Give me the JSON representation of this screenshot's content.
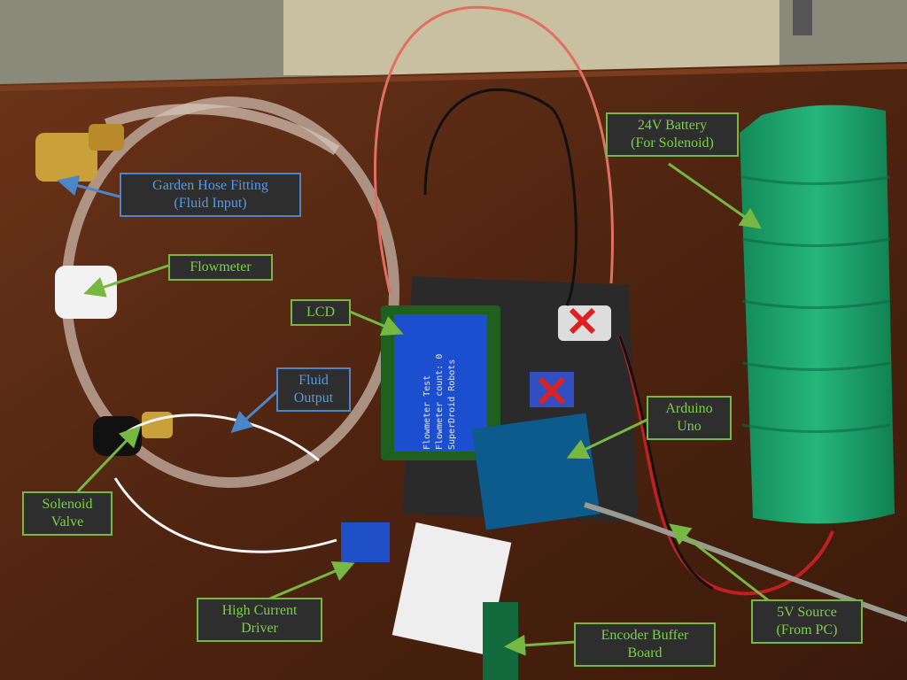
{
  "labels": {
    "garden_hose": {
      "line1": "Garden Hose Fitting",
      "line2": "(Fluid Input)"
    },
    "flowmeter": {
      "line1": "Flowmeter"
    },
    "lcd": {
      "line1": "LCD"
    },
    "fluid_output": {
      "line1": "Fluid",
      "line2": "Output"
    },
    "battery": {
      "line1": "24V Battery",
      "line2": "(For Solenoid)"
    },
    "arduino": {
      "line1": "Arduino",
      "line2": "Uno"
    },
    "solenoid": {
      "line1": "Solenoid",
      "line2": "Valve"
    },
    "driver": {
      "line1": "High Current",
      "line2": "Driver"
    },
    "encoder": {
      "line1": "Encoder Buffer",
      "line2": "Board"
    },
    "source": {
      "line1": "5V Source",
      "line2": "(From PC)"
    }
  },
  "lcd_screen": {
    "line1": "Flowmeter Test",
    "line2": "Flowmeter count: 0",
    "line3": "SuperDroid Robots"
  },
  "colors": {
    "label_green": "#7ed04a",
    "label_blue": "#5a9ae0",
    "label_bg": "#2e2e2e",
    "table_wood": "#5a2c14",
    "battery_green": "#1fa06a"
  }
}
